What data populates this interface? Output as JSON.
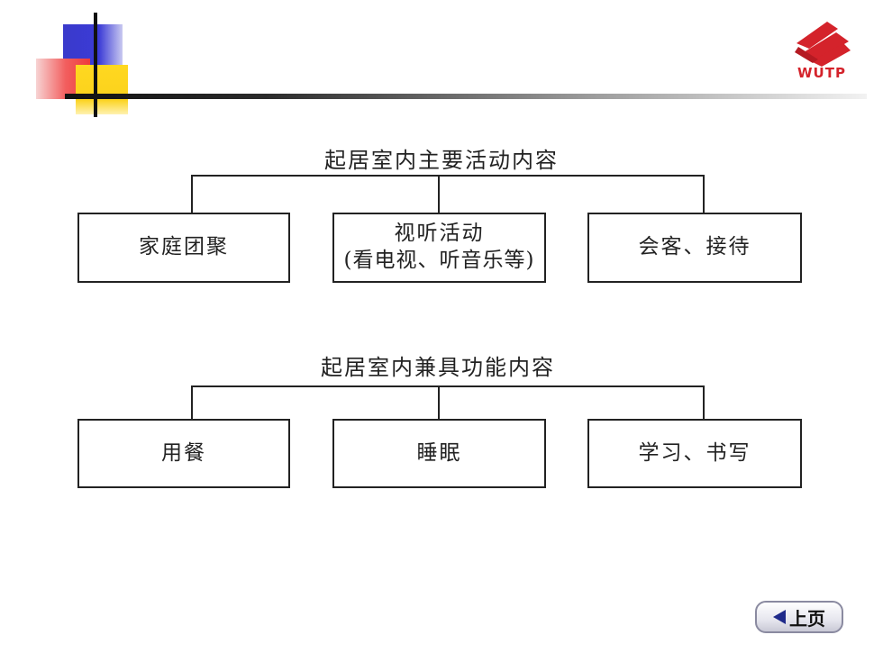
{
  "logo": {
    "text": "WUTP"
  },
  "diagram1": {
    "title": "起居室内主要活动内容",
    "boxes": [
      {
        "line1": "家庭团聚",
        "line2": ""
      },
      {
        "line1": "视听活动",
        "line2": "(看电视、听音乐等)"
      },
      {
        "line1": "会客、接待",
        "line2": ""
      }
    ]
  },
  "diagram2": {
    "title": "起居室内兼具功能内容",
    "boxes": [
      {
        "line1": "用餐"
      },
      {
        "line1": "睡眠"
      },
      {
        "line1": "学习、书写"
      }
    ]
  },
  "nav": {
    "prev_label": "上页",
    "prev_icon": "triangle-left-icon"
  },
  "colors": {
    "accent_blue": "#3b3bd6",
    "accent_red": "#ee3b3b",
    "accent_yellow": "#fbd21c",
    "logo_red": "#d4232b"
  }
}
